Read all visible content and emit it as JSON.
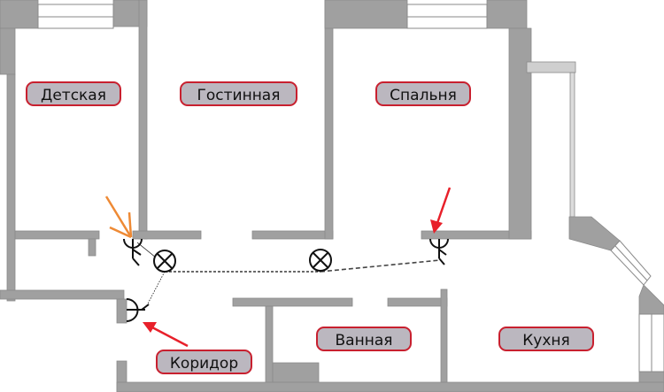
{
  "rooms": {
    "detskaya": "Детская",
    "gostinnaya": "Гостинная",
    "spalnya": "Спальня",
    "vannaya": "Ванная",
    "kukhnya": "Кухня",
    "koridor": "Коридор"
  },
  "colors": {
    "wall": "#9e9e9e",
    "label_fill": "#bbb7bf",
    "label_border": "#c8202f",
    "arrow_red": "#e8202a",
    "arrow_orange": "#ee8a35"
  }
}
